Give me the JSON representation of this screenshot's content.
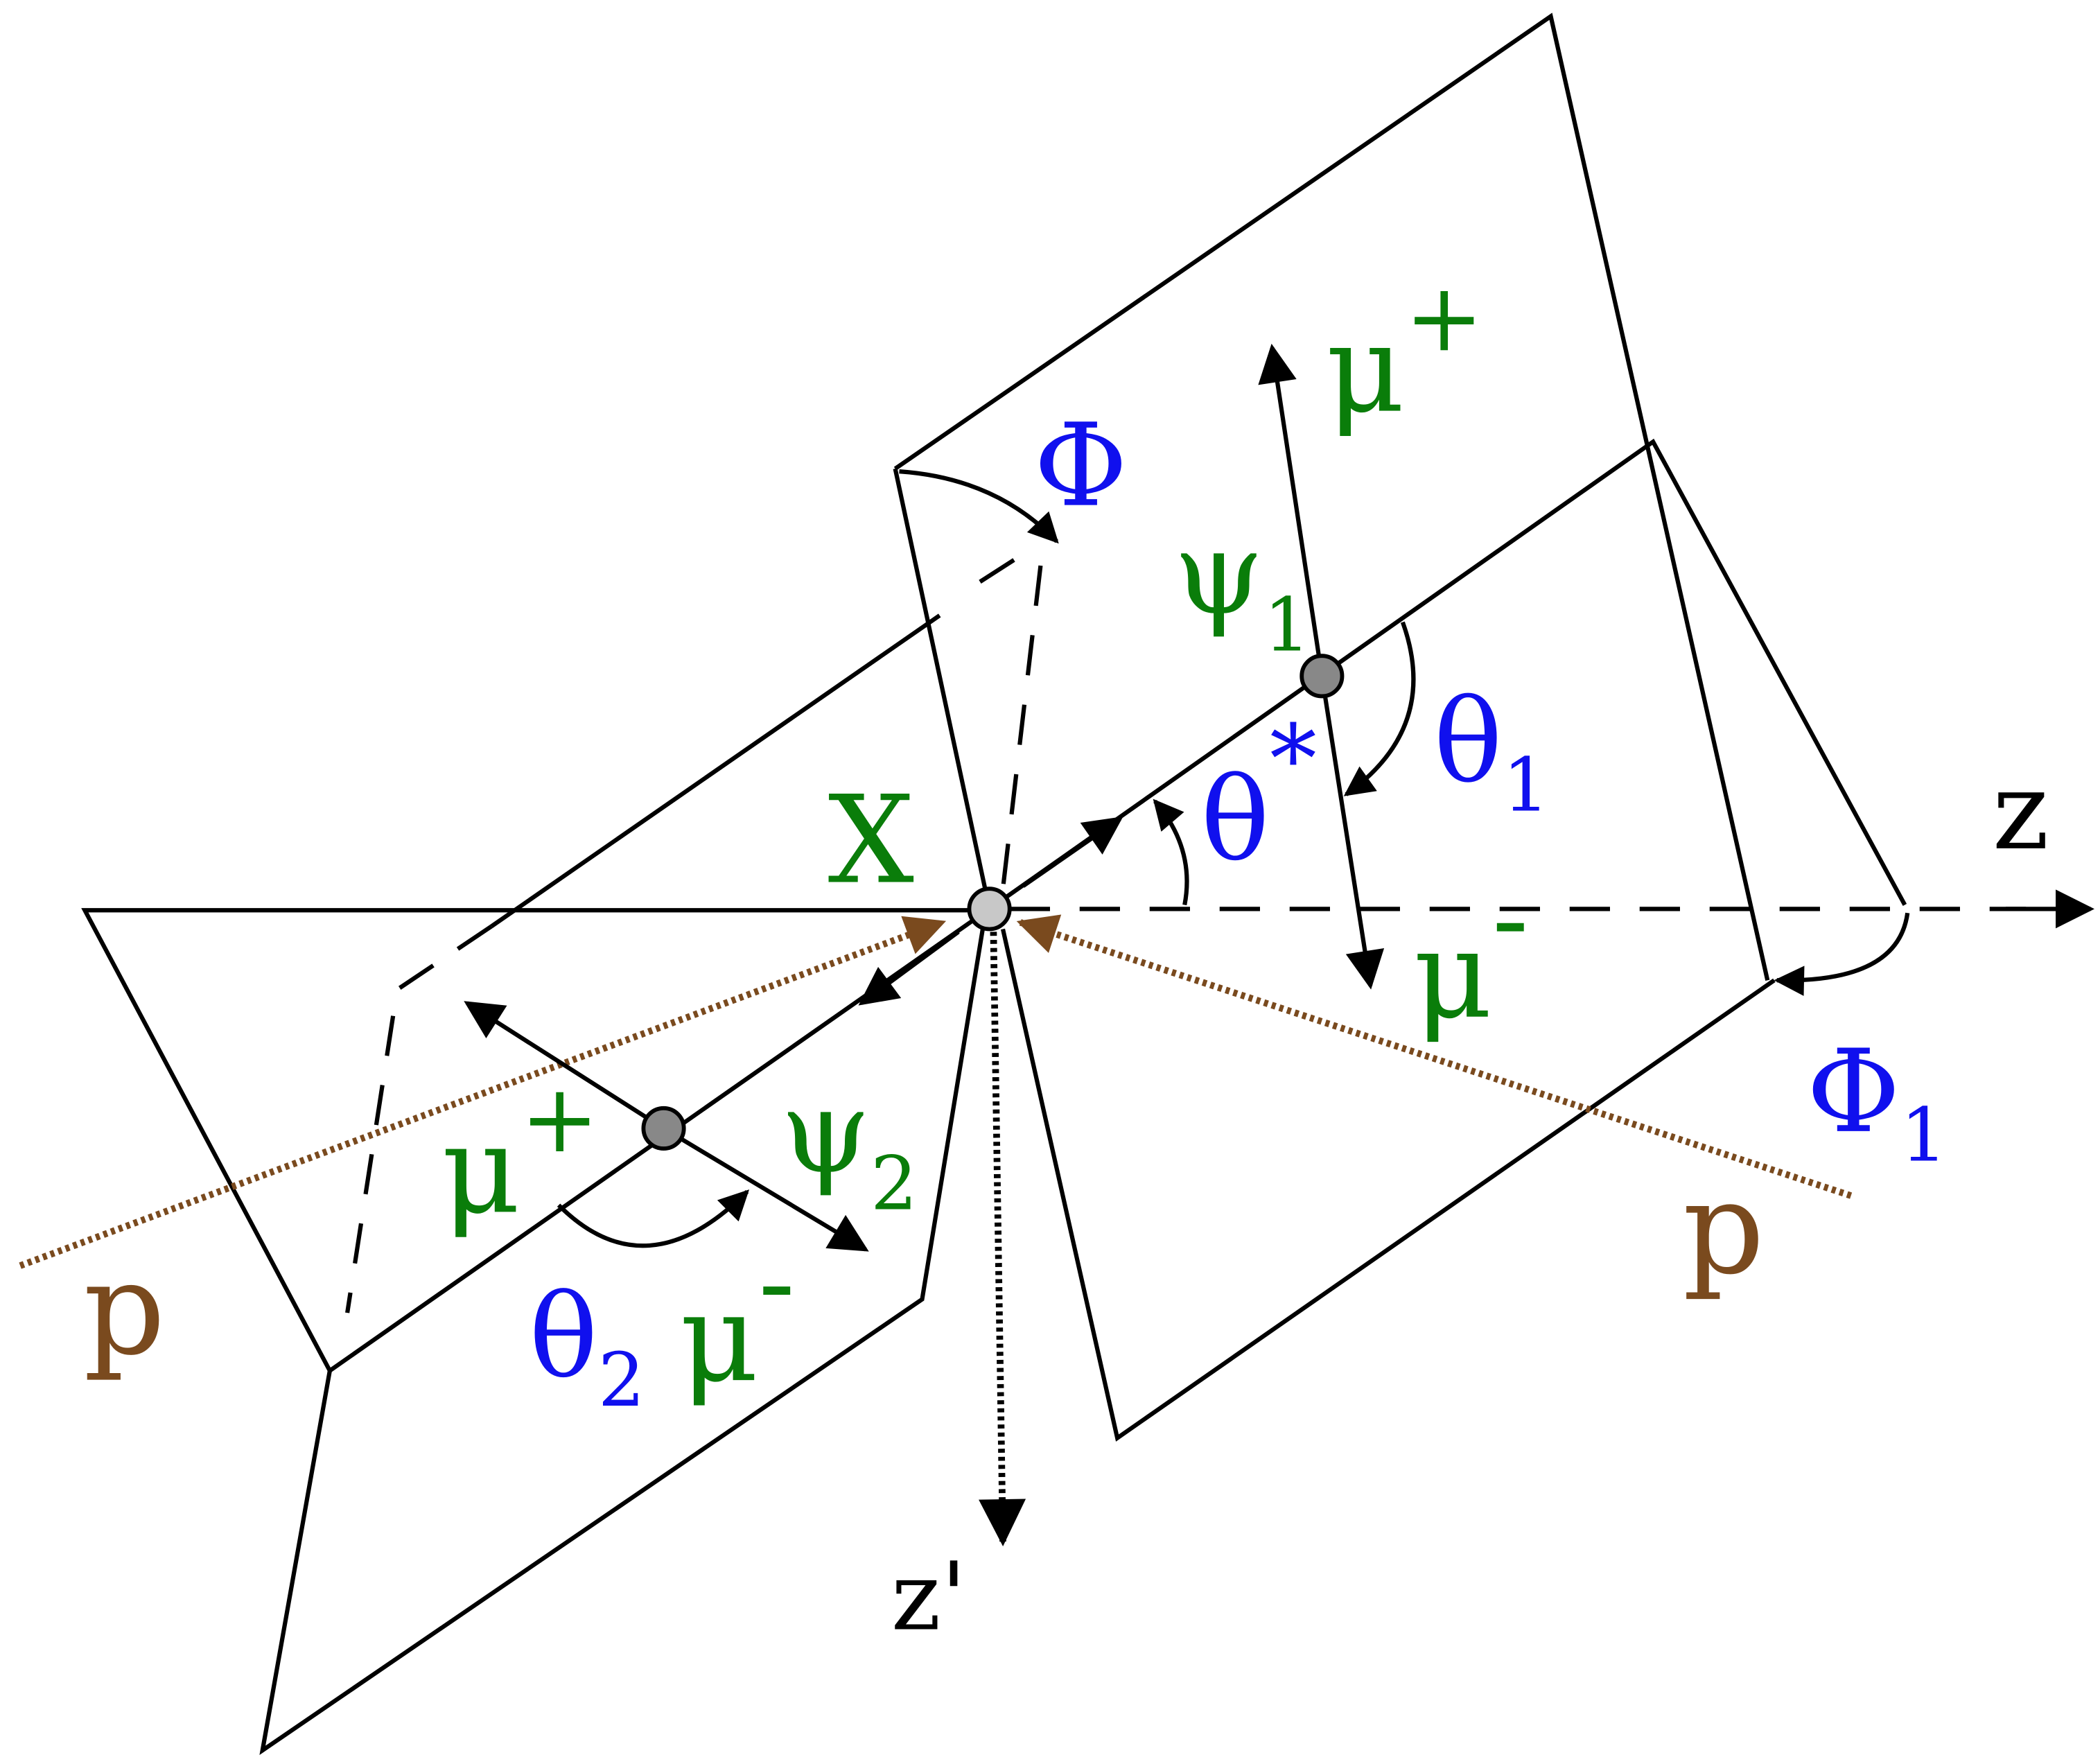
{
  "colors": {
    "particle": "#0a7d0a",
    "angle": "#1010ee",
    "proton": "#7a4a1e",
    "line": "#000000"
  },
  "labels": {
    "z_axis": "z",
    "z_prime": "z'",
    "resonance": "X",
    "mu_plus_1": "μ",
    "mu_plus_1_sup": "+",
    "mu_minus_1": "μ",
    "mu_minus_1_sup": "-",
    "mu_plus_2": "μ",
    "mu_plus_2_sup": "+",
    "mu_minus_2": "μ",
    "mu_minus_2_sup": "-",
    "psi1": "ψ",
    "psi1_sub": "1",
    "psi2": "ψ",
    "psi2_sub": "2",
    "Phi": "Φ",
    "Phi1": "Φ",
    "Phi1_sub": "1",
    "theta_star": "θ",
    "theta_star_sup": "*",
    "theta1": "θ",
    "theta1_sub": "1",
    "theta2": "θ",
    "theta2_sub": "2",
    "proton_left": "p",
    "proton_right": "p"
  }
}
